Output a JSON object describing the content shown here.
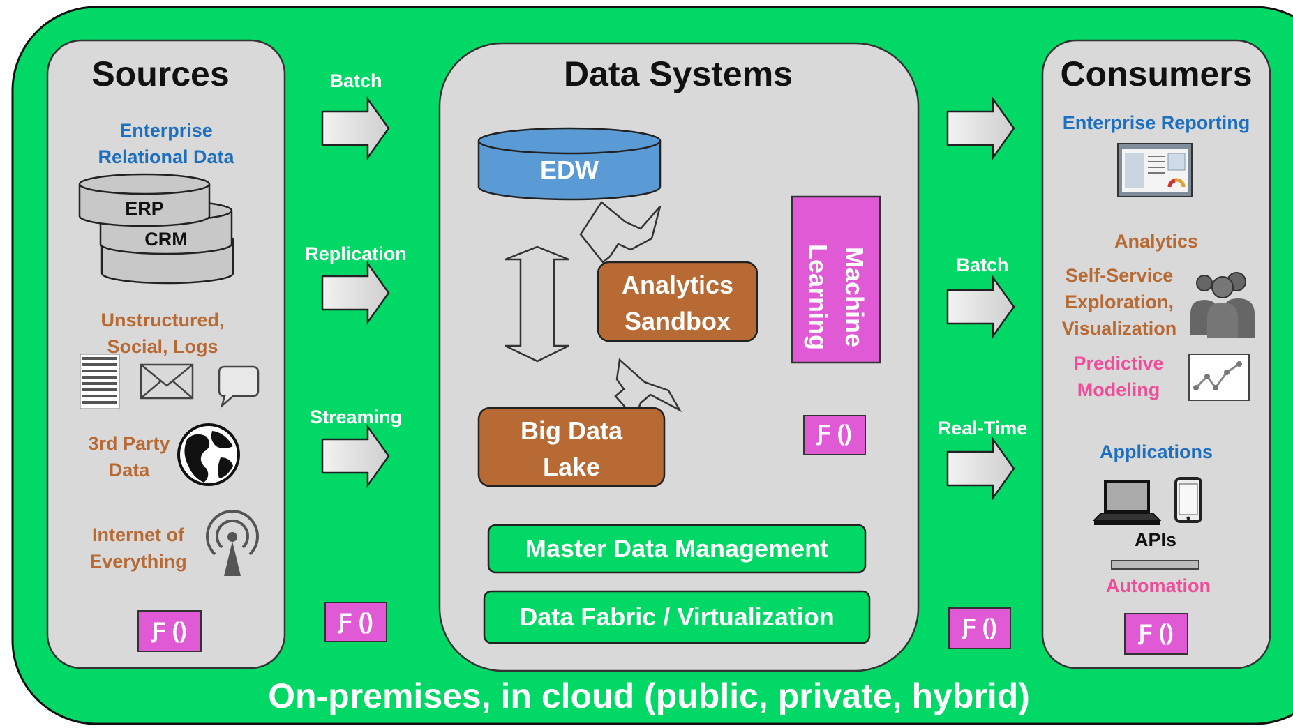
{
  "footer": "On-premises, in cloud (public, private, hybrid)",
  "colors": {
    "background": "#02d865",
    "panel": "#d9d9d9",
    "edw": "#5b9bd5",
    "brown_box": "#b86a35",
    "ml_box": "#e05ad6",
    "mdm_box": "#02d865",
    "text_blue": "#1f6fbf",
    "text_brown": "#b86a35",
    "text_pink": "#ee4d9a"
  },
  "function_badge": "Ƒ ()",
  "sources": {
    "title": "Sources",
    "enterprise": "Enterprise\nRelational Data",
    "db_stack": [
      "ERP",
      "CRM"
    ],
    "unstructured": "Unstructured,\nSocial, Logs",
    "unstructured_icons": [
      "document-icon",
      "envelope-icon",
      "speech-bubble-icon"
    ],
    "third_party": "3rd Party\nData",
    "third_party_icon": "globe-icon",
    "iot": "Internet of\nEverything",
    "iot_icon": "antenna-icon"
  },
  "ingest_flows": [
    "Batch",
    "Replication",
    "Streaming"
  ],
  "data_systems": {
    "title": "Data Systems",
    "edw": "EDW",
    "sandbox": "Analytics\nSandbox",
    "lake": "Big Data\nLake",
    "ml": "Machine\nLearning",
    "mdm": "Master Data Management",
    "fabric": "Data Fabric / Virtualization"
  },
  "delivery_flows": [
    "",
    "Batch",
    "Real-Time"
  ],
  "consumers": {
    "title": "Consumers",
    "reporting": "Enterprise Reporting",
    "reporting_icon": "dashboard-icon",
    "analytics": "Analytics",
    "self_service": "Self-Service\nExploration,\nVisualization",
    "self_service_icon": "users-icon",
    "predictive": "Predictive\nModeling",
    "predictive_icon": "line-chart-icon",
    "applications": "Applications",
    "app_icons": [
      "laptop-icon",
      "phone-icon"
    ],
    "apis": "APIs",
    "automation": "Automation"
  }
}
